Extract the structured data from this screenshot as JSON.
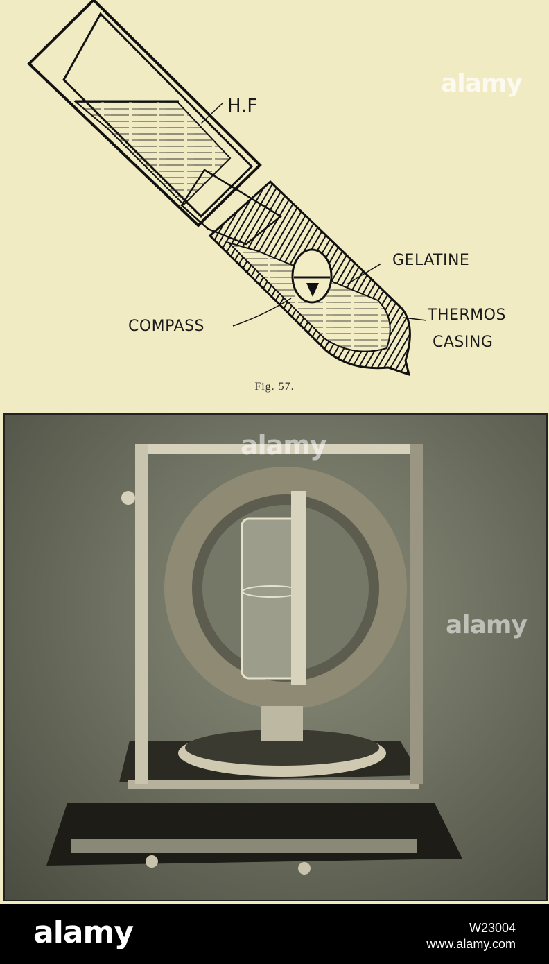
{
  "diagram": {
    "labels": {
      "hf": "H.F",
      "gelatine": "GELATINE",
      "compass": "COMPASS",
      "thermos_line1": "THERMOS",
      "thermos_line2": "CASING"
    },
    "caption": "Fig. 57."
  },
  "photo": {
    "watermark": "alamy"
  },
  "diagram_watermark": "alamy",
  "footer": {
    "logo": "alamy",
    "image_id": "W23004",
    "site": "www.alamy.com"
  }
}
